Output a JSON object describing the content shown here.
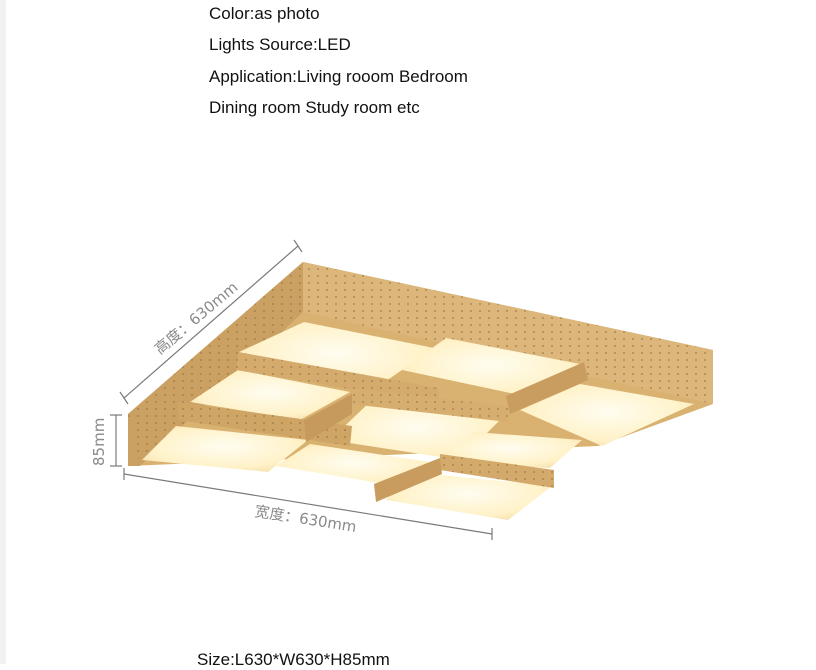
{
  "specs": {
    "color": "Color:as photo",
    "light_source": "Lights Source:LED",
    "application_1": "Application:Living rooom Bedroom",
    "application_2": "Dining room Study room  etc",
    "size": "Size:L630*W630*H85mm"
  },
  "dimensions": {
    "length": "高度：630mm",
    "width": "宽度：630mm",
    "height": "85mm"
  },
  "colors": {
    "wood": "#d8b173",
    "wood_dark": "#b98f52",
    "panel": "#fff4cf",
    "panel_glow": "#fffbe6"
  }
}
